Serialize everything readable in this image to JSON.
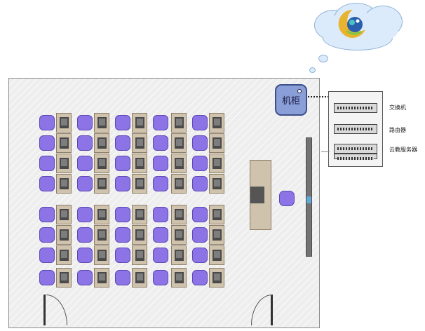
{
  "cabinet": {
    "label": "机柜"
  },
  "rack": {
    "labels": {
      "switch": "交换机",
      "router": "路由器",
      "cloud_server": "云教服务器"
    }
  },
  "layout": {
    "student_rows": 8,
    "desk_columns": 5,
    "icons": [
      "seat-icon",
      "desk-icon",
      "monitor-icon",
      "door-icon",
      "cloud-logo-icon"
    ]
  },
  "colors": {
    "seat": "#8c73e6",
    "desk": "#cfc3ae",
    "cabinet": "#8a9fd8",
    "cloud": "#dcebfb",
    "floor": "#eeeeee"
  }
}
